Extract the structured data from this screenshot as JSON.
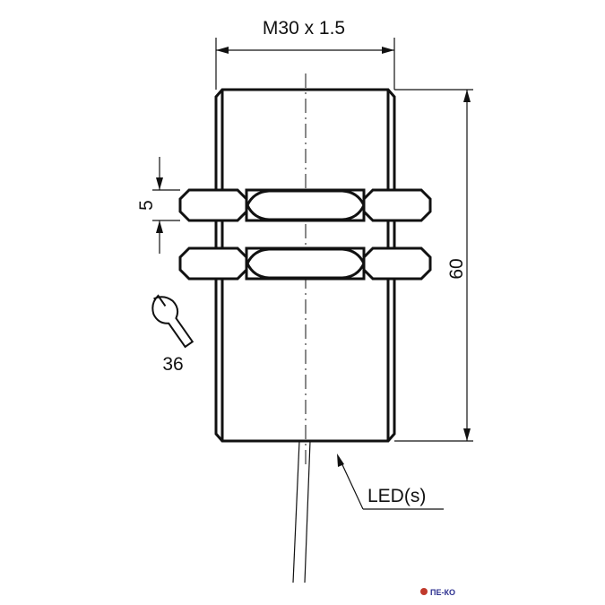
{
  "drawing": {
    "thread_label": "M30 x 1.5",
    "length_label": "60",
    "nut_thickness_label": "5",
    "wrench_size_label": "36",
    "led_label": "LED(s)",
    "watermark": "ПЕ-КО",
    "colors": {
      "line": "#111111",
      "background": "#ffffff",
      "watermark": "#2b2f8f"
    },
    "icons": [
      "wrench-icon",
      "arrow-icon"
    ]
  }
}
